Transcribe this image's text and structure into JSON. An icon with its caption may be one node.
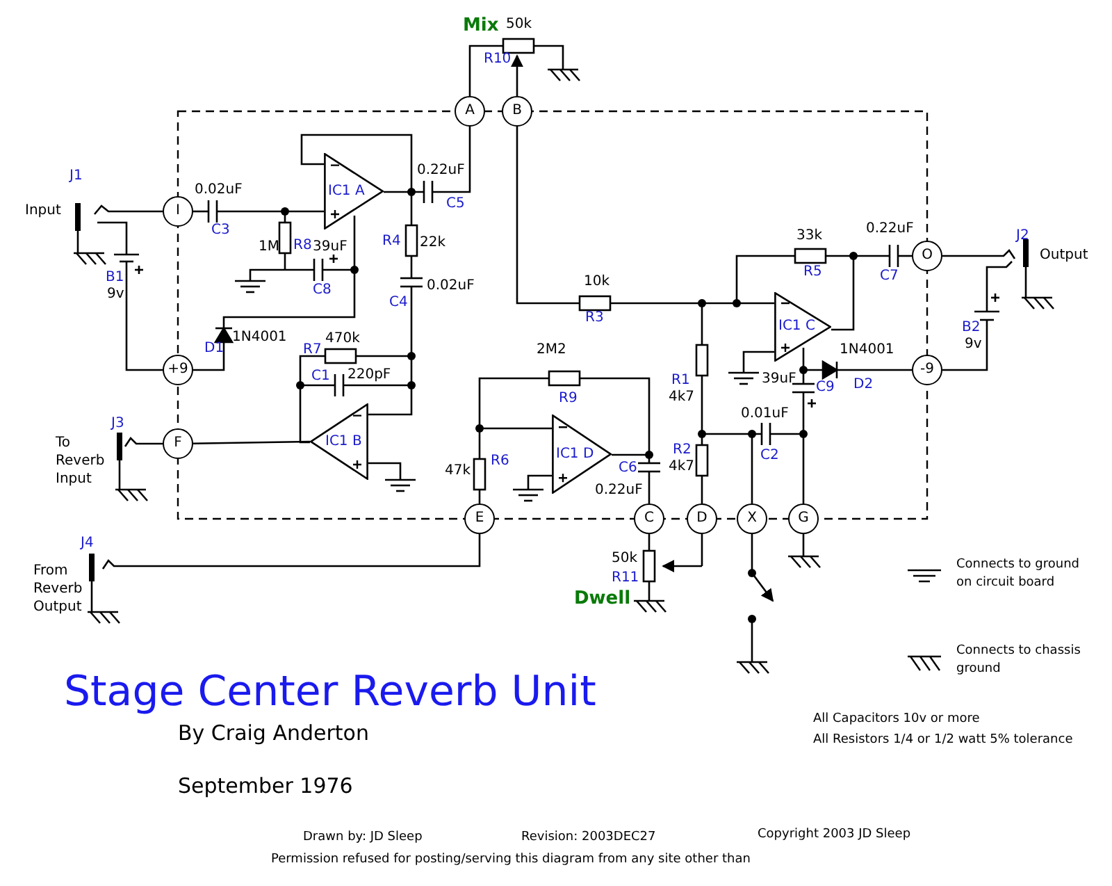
{
  "diagram": {
    "title": "Stage Center Reverb Unit",
    "nodes": [
      {
        "text": [
          "A"
        ]
      },
      {
        "text": [
          "B"
        ]
      },
      {
        "text": [
          "IC1 A"
        ]
      },
      {
        "text": [
          "I"
        ]
      },
      {
        "text": [
          "O"
        ]
      },
      {
        "text": [
          "IC1 C"
        ]
      },
      {
        "text": [
          "+9"
        ]
      },
      {
        "text": [
          "-9"
        ]
      },
      {
        "text": [
          "IC1 B"
        ]
      },
      {
        "text": [
          "IC1 D"
        ]
      },
      {
        "text": [
          "F"
        ]
      },
      {
        "text": [
          "E"
        ]
      },
      {
        "text": [
          "C"
        ]
      },
      {
        "text": [
          "D"
        ]
      },
      {
        "text": [
          "X"
        ]
      },
      {
        "text": [
          "G"
        ]
      }
    ],
    "edges": [
      {
        "from": 10,
        "to": 8,
        "arrow": "none"
      }
    ],
    "labels": [
      "Mix",
      "50k",
      "R10",
      "J1",
      "Input",
      "0.02uF",
      "C3",
      "1M",
      "R8",
      "39uF",
      "C8",
      "B1",
      "9v",
      "0.22uF",
      "C5",
      "R4",
      "22k",
      "0.02uF",
      "C4",
      "D1",
      "1N4001",
      "R7",
      "470k",
      "C1",
      "220pF",
      "2M2",
      "R9",
      "10k",
      "R3",
      "33k",
      "R5",
      "0.22uF",
      "C7",
      "J2",
      "Output",
      "B2",
      "9v",
      "1N4001",
      "D2",
      "39uF",
      "C9",
      "R1",
      "4k7",
      "0.01uF",
      "C2",
      "R2",
      "4k7",
      "J3",
      "To Reverb Input",
      "R6",
      "47k",
      "C6",
      "0.22uF",
      "J4",
      "From Reverb Output",
      "50k",
      "R11",
      "Dwell",
      "By Craig Anderton",
      "September 1976",
      "All Capacitors 10v or more",
      "All Resistors 1/4 or 1/2 watt 5% tolerance",
      "Drawn by: JD Sleep",
      "Revision: 2003DEC27",
      "Copyright 2003 JD Sleep",
      "Permission refused for posting/serving this diagram from any site other than"
    ],
    "legend": [
      {
        "text": "Connects to ground on circuit board"
      },
      {
        "text": "Connects to chassis ground"
      }
    ]
  }
}
